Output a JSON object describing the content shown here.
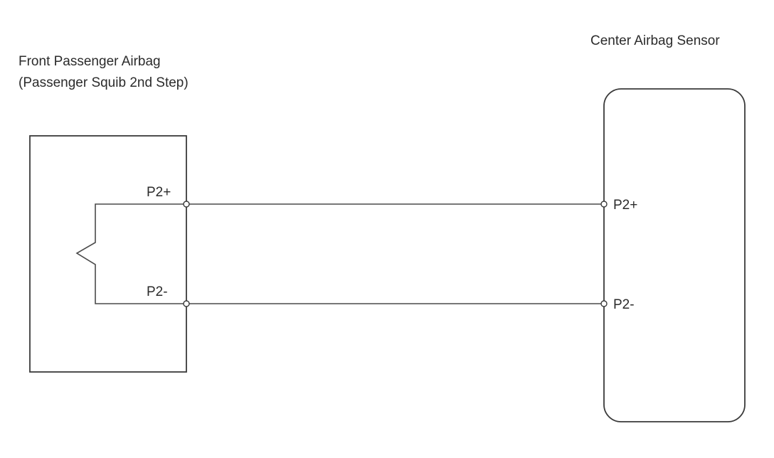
{
  "front_airbag": {
    "title_line1": "Front Passenger Airbag",
    "title_line2": "(Passenger Squib 2nd Step)",
    "pin_positive": "P2+",
    "pin_negative": "P2-"
  },
  "center_sensor": {
    "title": "Center Airbag Sensor",
    "pin_positive": "P2+",
    "pin_negative": "P2-"
  }
}
